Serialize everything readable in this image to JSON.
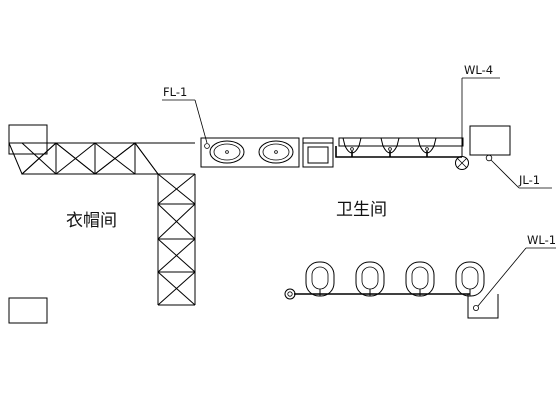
{
  "rooms": {
    "cloakroom": "衣帽间",
    "restroom": "卫生间"
  },
  "tags": {
    "fl1": "FL-1",
    "wl4": "WL-4",
    "jl1": "JL-1",
    "wl1": "WL-1"
  }
}
